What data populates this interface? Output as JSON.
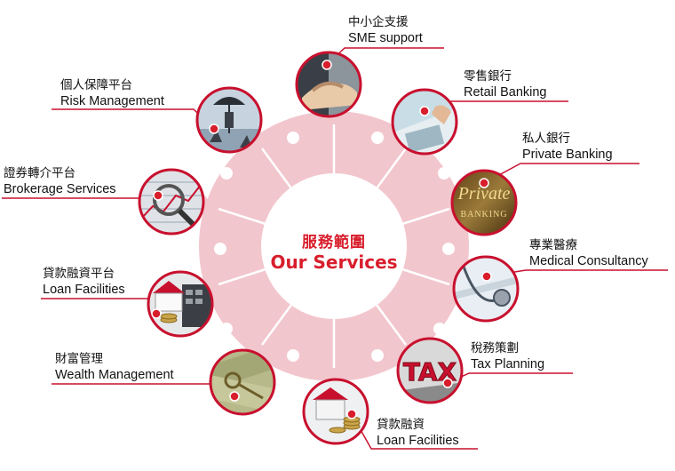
{
  "center": {
    "title_cn": "服務範圍",
    "title_en": "Our Services"
  },
  "colors": {
    "accent": "#d81e2c",
    "ring": "#f2c6cd",
    "line": "#c8102e"
  },
  "services": [
    {
      "id": "sme",
      "cn": "中小企支援",
      "en": "SME support",
      "icon": "handshake-icon"
    },
    {
      "id": "retail",
      "cn": "零售銀行",
      "en": "Retail Banking",
      "icon": "touchscreen-icon"
    },
    {
      "id": "private",
      "cn": "私人銀行",
      "en": "Private Banking",
      "icon": "private-banking-badge-icon",
      "badge_script": "Private",
      "badge_word": "BANKING"
    },
    {
      "id": "medical",
      "cn": "專業醫療",
      "en": "Medical Consultancy",
      "icon": "stethoscope-icon"
    },
    {
      "id": "tax",
      "cn": "稅務策劃",
      "en": "Tax Planning",
      "icon": "tax-letters-icon",
      "badge_word": "TAX"
    },
    {
      "id": "loan2",
      "cn": "貸款融資",
      "en": "Loan Facilities",
      "icon": "house-coins-icon"
    },
    {
      "id": "wealth",
      "cn": "財富管理",
      "en": "Wealth Management",
      "icon": "money-key-icon"
    },
    {
      "id": "loan1",
      "cn": "貸款融資平台",
      "en": "Loan Facilities",
      "icon": "house-calculator-icon"
    },
    {
      "id": "brokerage",
      "cn": "證券轉介平台",
      "en": "Brokerage Services",
      "icon": "magnifier-chart-icon"
    },
    {
      "id": "risk",
      "cn": "個人保障平台",
      "en": "Risk Management",
      "icon": "umbrella-shark-icon"
    }
  ]
}
